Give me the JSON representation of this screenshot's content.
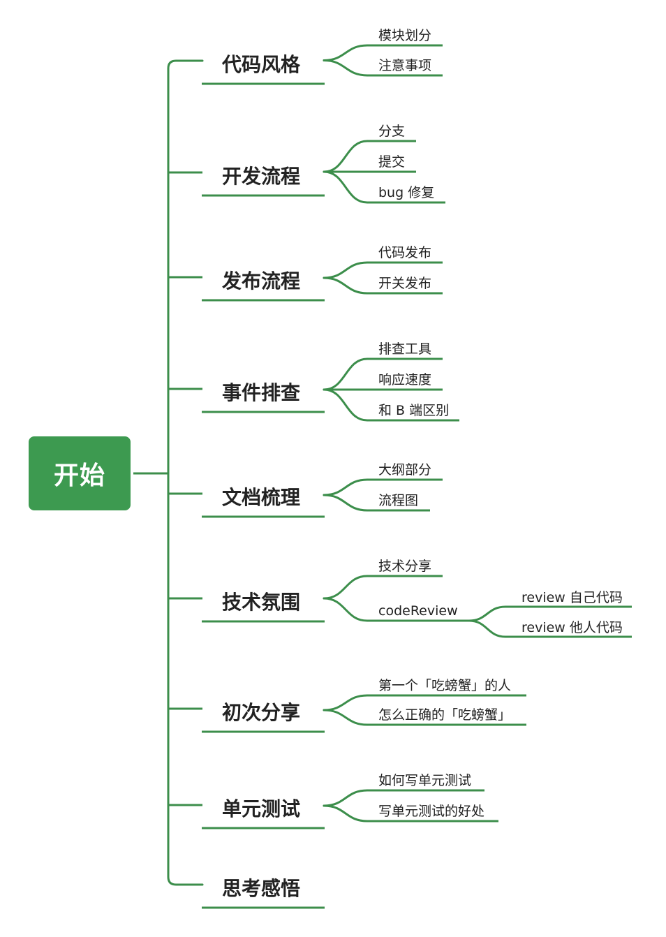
{
  "root": {
    "label": "开始"
  },
  "branches": [
    {
      "label": "代码风格",
      "children": [
        {
          "label": "模块划分"
        },
        {
          "label": "注意事项"
        }
      ]
    },
    {
      "label": "开发流程",
      "children": [
        {
          "label": "分支"
        },
        {
          "label": "提交"
        },
        {
          "label": "bug 修复"
        }
      ]
    },
    {
      "label": "发布流程",
      "children": [
        {
          "label": "代码发布"
        },
        {
          "label": "开关发布"
        }
      ]
    },
    {
      "label": "事件排查",
      "children": [
        {
          "label": "排查工具"
        },
        {
          "label": "响应速度"
        },
        {
          "label": "和 B 端区别"
        }
      ]
    },
    {
      "label": "文档梳理",
      "children": [
        {
          "label": "大纲部分"
        },
        {
          "label": "流程图"
        }
      ]
    },
    {
      "label": "技术氛围",
      "children": [
        {
          "label": "技术分享"
        },
        {
          "label": "codeReview",
          "children": [
            {
              "label": "review 自己代码"
            },
            {
              "label": "review 他人代码"
            }
          ]
        }
      ]
    },
    {
      "label": "初次分享",
      "children": [
        {
          "label": "第一个「吃螃蟹」的人"
        },
        {
          "label": "怎么正确的「吃螃蟹」"
        }
      ]
    },
    {
      "label": "单元测试",
      "children": [
        {
          "label": "如何写单元测试"
        },
        {
          "label": "写单元测试的好处"
        }
      ]
    },
    {
      "label": "思考感悟",
      "children": []
    }
  ],
  "colors": {
    "accent": "#3c8e4b",
    "root_fill": "#3d9a50",
    "text": "#222222"
  }
}
